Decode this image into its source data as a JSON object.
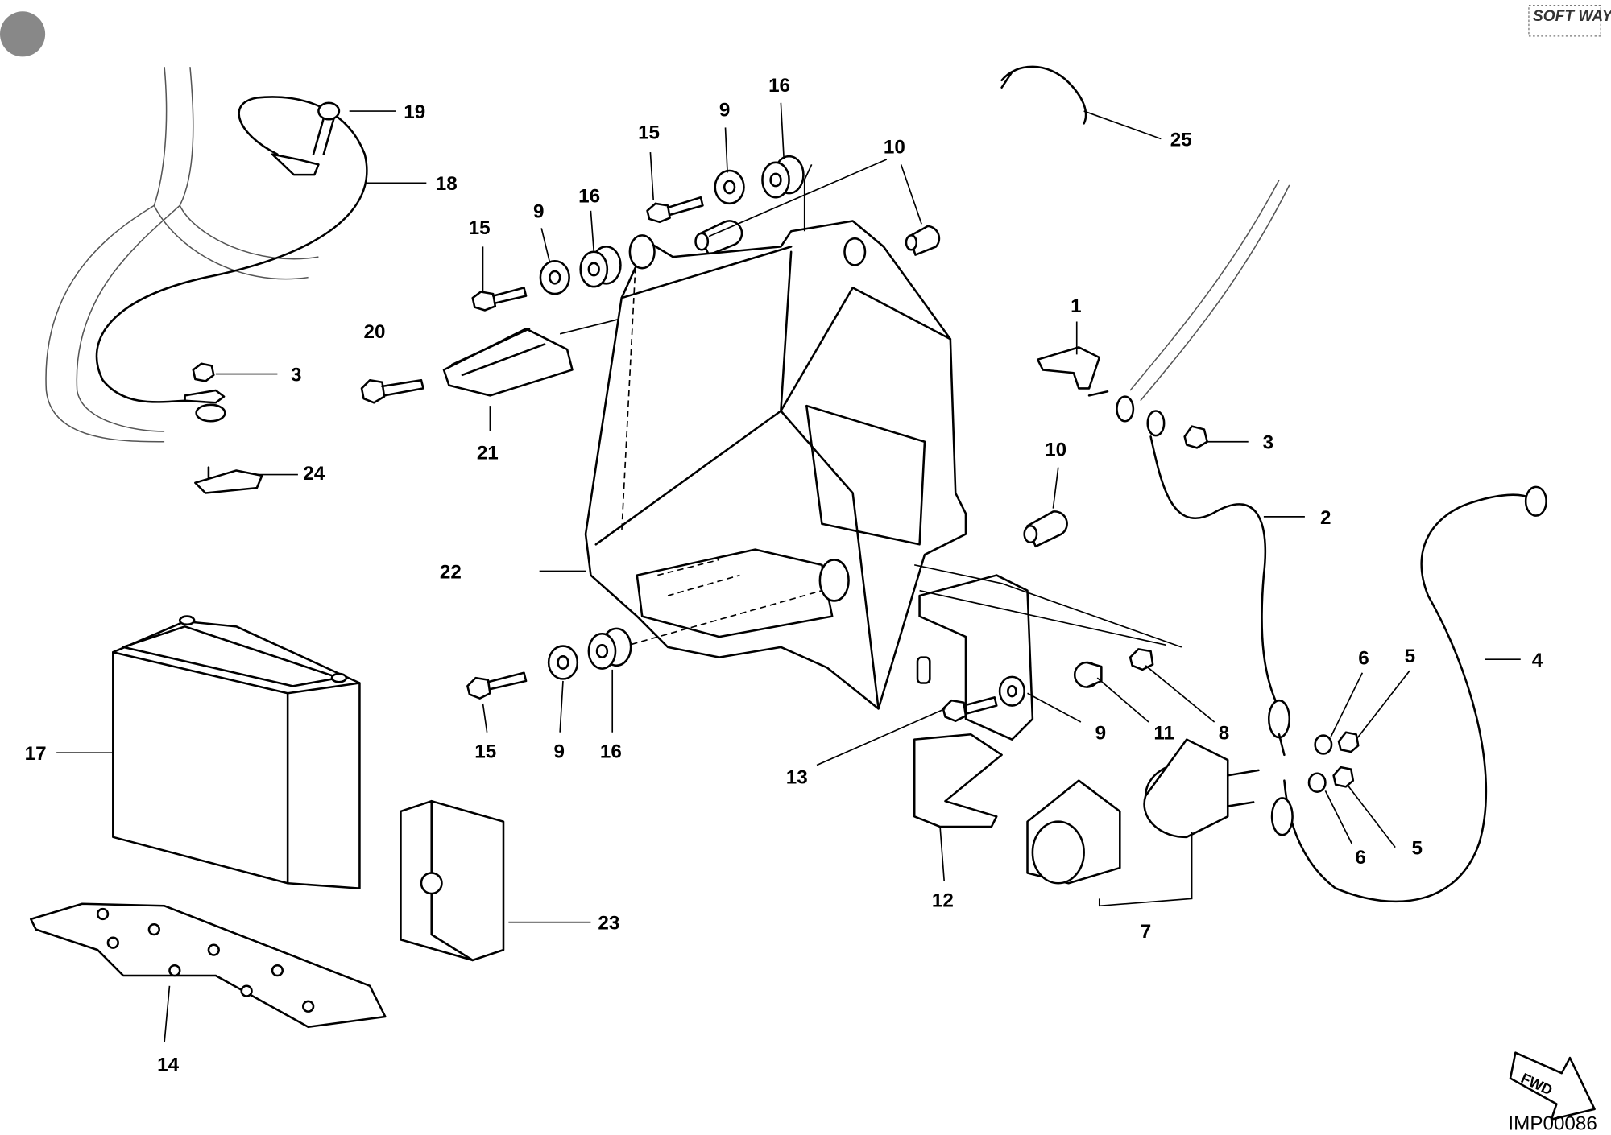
{
  "diagram_code": "IMP00086",
  "brand_logo": "SOFT WAY",
  "forward_arrow": "FWD",
  "labels": [
    "19",
    "18",
    "3",
    "24",
    "20",
    "21",
    "15",
    "9",
    "16",
    "15",
    "9",
    "16",
    "10",
    "25",
    "1",
    "3",
    "10",
    "2",
    "4",
    "6",
    "5",
    "22",
    "15",
    "9",
    "16",
    "9",
    "11",
    "8",
    "13",
    "12",
    "7",
    "5",
    "6",
    "17",
    "23",
    "14"
  ]
}
